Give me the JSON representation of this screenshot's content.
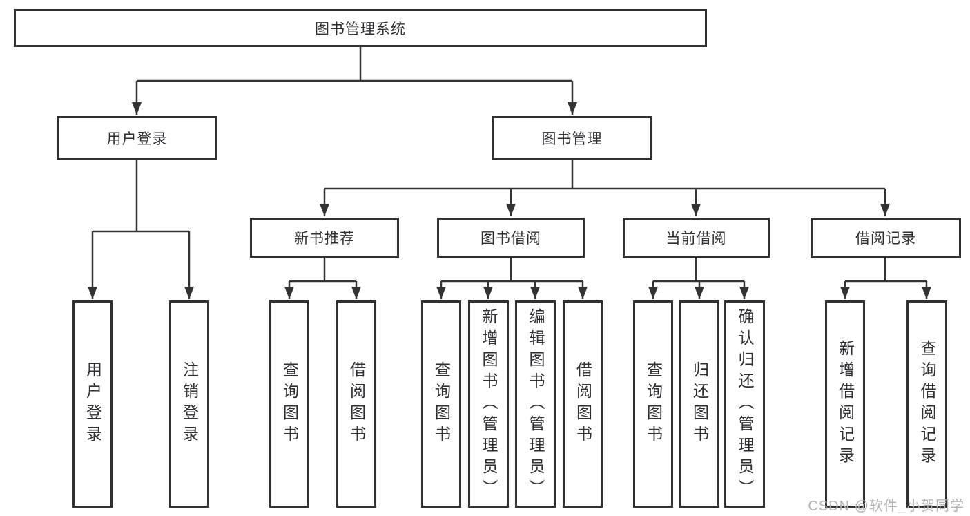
{
  "diagram": {
    "type": "functional-structure-tree",
    "tree": {
      "root": {
        "label": "图书管理系统",
        "children": [
          {
            "label": "用户登录",
            "children": [
              {
                "label": "用户登录"
              },
              {
                "label": "注销登录"
              }
            ]
          },
          {
            "label": "图书管理",
            "children": [
              {
                "label": "新书推荐",
                "children": [
                  {
                    "label": "查询图书"
                  },
                  {
                    "label": "借阅图书"
                  }
                ]
              },
              {
                "label": "图书借阅",
                "children": [
                  {
                    "label": "查询图书"
                  },
                  {
                    "label": "新增图书（管理员）"
                  },
                  {
                    "label": "编辑图书（管理员）"
                  },
                  {
                    "label": "借阅图书"
                  }
                ]
              },
              {
                "label": "当前借阅",
                "children": [
                  {
                    "label": "查询图书"
                  },
                  {
                    "label": "归还图书"
                  },
                  {
                    "label": "确认归还（管理员）"
                  }
                ]
              },
              {
                "label": "借阅记录",
                "children": [
                  {
                    "label": "新增借阅记录"
                  },
                  {
                    "label": "查询借阅记录"
                  }
                ]
              }
            ]
          }
        ]
      }
    },
    "colors": {
      "line": "#333333",
      "box_border": "#313131",
      "text": "#2e2e33",
      "background": "#ffffff",
      "watermark": "#b3b3b3"
    }
  },
  "watermark": {
    "text": "CSDN @软件_小贺同学"
  }
}
